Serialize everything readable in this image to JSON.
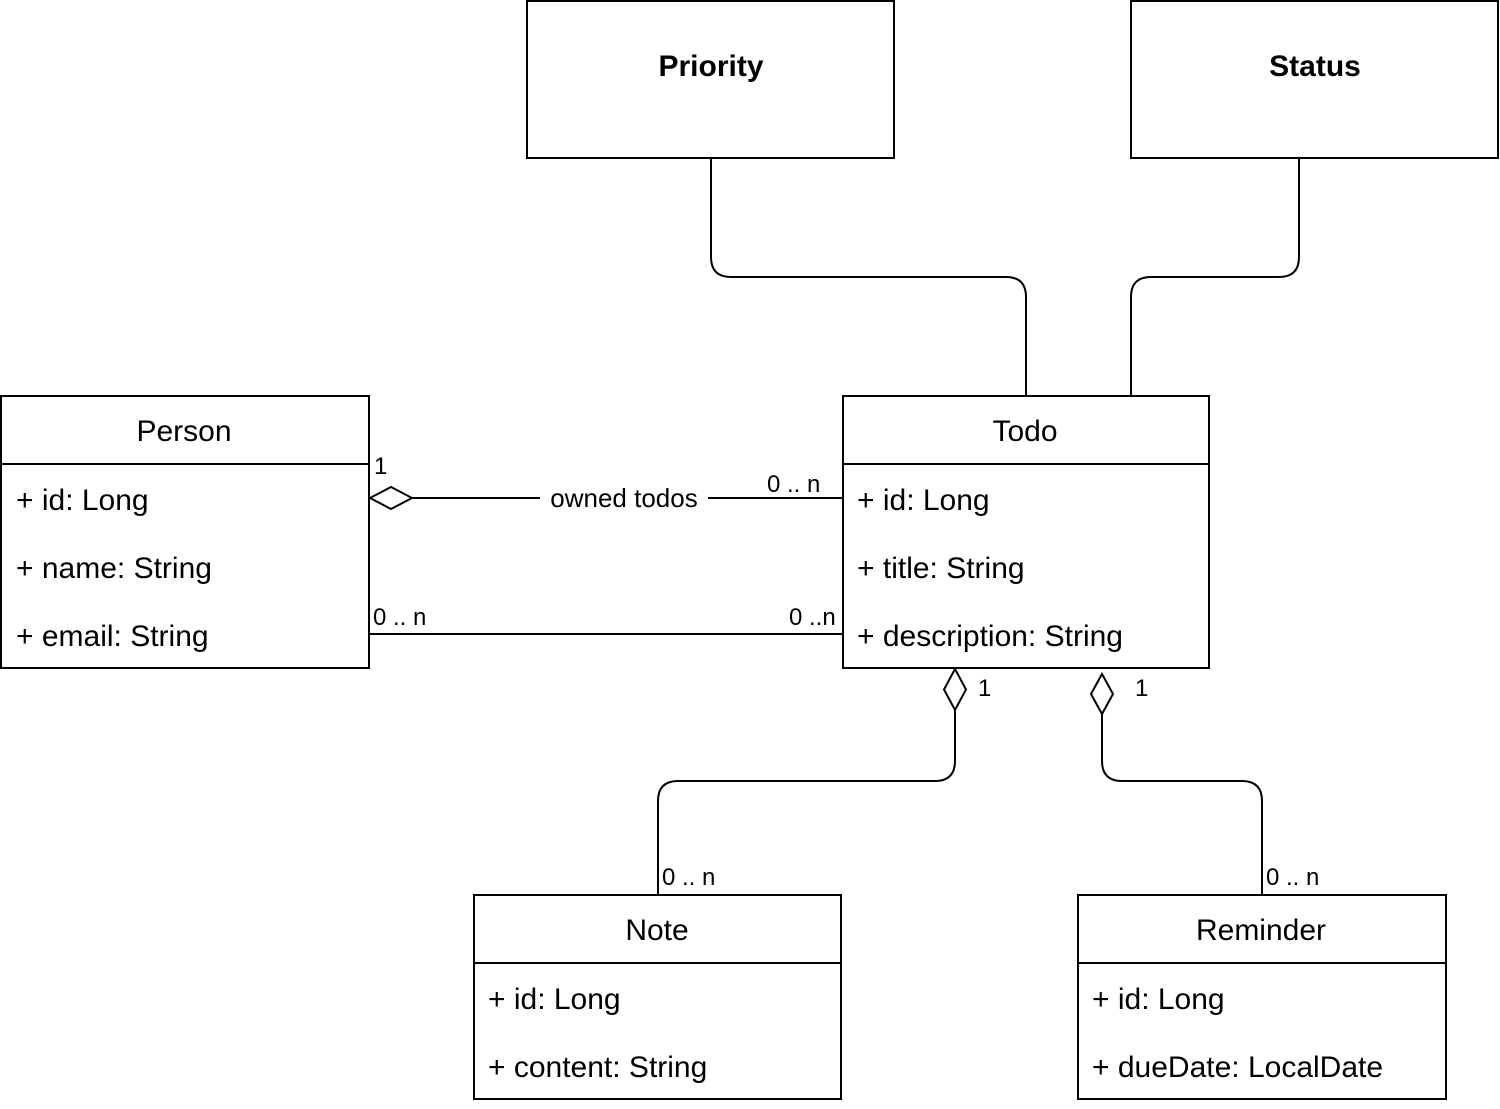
{
  "classes": {
    "priority": {
      "name": "Priority"
    },
    "status": {
      "name": "Status"
    },
    "person": {
      "name": "Person",
      "attributes": [
        "+ id: Long",
        "+ name: String",
        "+ email: String"
      ]
    },
    "todo": {
      "name": "Todo",
      "attributes": [
        "+ id: Long",
        "+ title: String",
        "+ description: String"
      ]
    },
    "note": {
      "name": "Note",
      "attributes": [
        "+ id: Long",
        "+ content: String"
      ]
    },
    "reminder": {
      "name": "Reminder",
      "attributes": [
        "+ id: Long",
        "+ dueDate: LocalDate"
      ]
    }
  },
  "associations": {
    "owned_todos": {
      "label": "owned todos",
      "source_multiplicity": "1",
      "target_multiplicity": "0 .. n"
    },
    "person_todo": {
      "source_multiplicity": "0 .. n",
      "target_multiplicity": "0 ..n"
    },
    "todo_note": {
      "source_multiplicity": "1",
      "target_multiplicity": "0 .. n"
    },
    "todo_reminder": {
      "source_multiplicity": "1",
      "target_multiplicity": "0 .. n"
    }
  }
}
